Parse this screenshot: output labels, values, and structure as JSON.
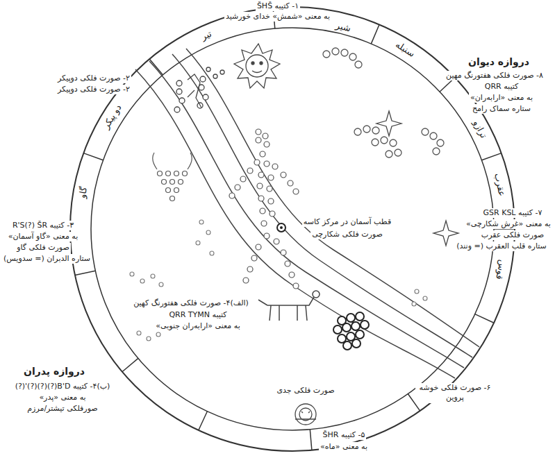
{
  "diagram": {
    "labels": [
      "۱- کتیبه ŠHŠ",
      "به معنی «شمش» خدای خورشید",
      "۲- صورت فلکی دوپیکر",
      "۲- صورت فلکی دوپیکر",
      "۳- کتیبه R'S(?) ŠR",
      "به معنی «گاو آسمان»",
      "صورت فلکی گاو",
      "ستاره الدبران (= سدویس)",
      "(الف)۴- صورت فلکی هفتورنگ کهین",
      "کتیبه QRR TYMN",
      "به معنی «ارابه‌ران جنوبی»",
      "دروازه پدران",
      "(ب)۴- کتیبه B'D(?)(?)(?)'(?)",
      "به معنی «پدر»",
      "صورفلکی تیشتر/مرزم",
      "۵- کتیبه ŠHR",
      "به معنی «ماه»",
      "۶- صورت فلکی خوشه پروین",
      "۷- کتیبه GSR KSL",
      "به معنی «غرش شکارچی»",
      "صورت فلکی عقرب",
      "ستاره قلب العقرب (= ونند)",
      "دروازه دیوان",
      "۸- صورت فلکی هفتورنگ مهین",
      "کتیبه QRR",
      "به معنی «ارابه‌ران»",
      "ستاره سماک رامح",
      "قطب آسمان در مرکز کاسه",
      "صورت فلکی شکارچی",
      "صورت فلکی جدی",
      "شیر",
      "سنبله",
      "ترازو",
      "عقرب",
      "قوس",
      "تیر",
      "دو پیکر",
      "گاو"
    ]
  }
}
